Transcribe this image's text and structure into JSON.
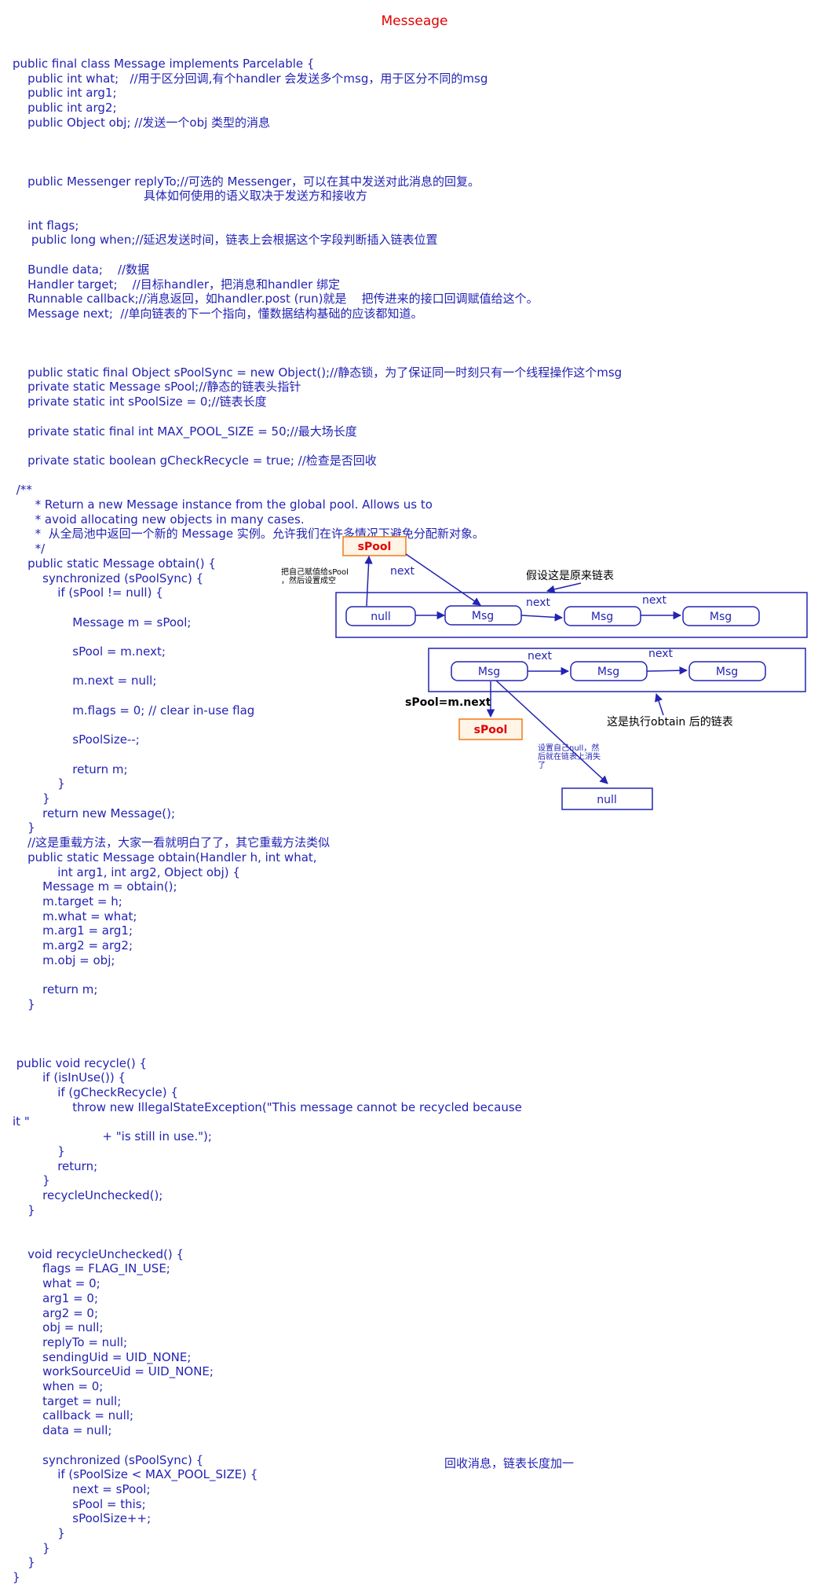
{
  "title": "Messeage",
  "code_lines": [
    "public final class Message implements Parcelable {",
    "    public int what;   //用于区分回调,有个handler 会发送多个msg，用于区分不同的msg",
    "    public int arg1;",
    "    public int arg2;",
    "    public Object obj; //发送一个obj 类型的消息",
    "",
    "",
    "",
    "    public Messenger replyTo;//可选的 Messenger，可以在其中发送对此消息的回复。",
    "                                   具体如何使用的语义取决于发送方和接收方",
    "",
    "    int flags;",
    "     public long when;//延迟发送时间，链表上会根据这个字段判断插入链表位置",
    "",
    "    Bundle data;    //数据",
    "    Handler target;    //目标handler，把消息和handler 绑定",
    "    Runnable callback;//消息返回，如handler.post (run)就是    把传进来的接口回调赋值给这个。",
    "    Message next;  //单向链表的下一个指向，懂数据结构基础的应该都知道。",
    "",
    "",
    "",
    "    public static final Object sPoolSync = new Object();//静态锁，为了保证同一时刻只有一个线程操作这个msg",
    "    private static Message sPool;//静态的链表头指针",
    "    private static int sPoolSize = 0;//链表长度",
    "",
    "    private static final int MAX_POOL_SIZE = 50;//最大场长度",
    "",
    "    private static boolean gCheckRecycle = true; //检查是否回收",
    "",
    " /**",
    "      * Return a new Message instance from the global pool. Allows us to",
    "      * avoid allocating new objects in many cases.",
    "      *  从全局池中返回一个新的 Message 实例。允许我们在许多情况下避免分配新对象。",
    "      */",
    "    public static Message obtain() {",
    "        synchronized (sPoolSync) {",
    "            if (sPool != null) {",
    "",
    "                Message m = sPool;",
    "",
    "                sPool = m.next;",
    "",
    "                m.next = null;",
    "",
    "                m.flags = 0; // clear in-use flag",
    "",
    "                sPoolSize--;",
    "",
    "                return m;",
    "            }",
    "        }",
    "        return new Message();",
    "    }",
    "    //这是重载方法，大家一看就明白了了，其它重载方法类似",
    "    public static Message obtain(Handler h, int what,",
    "            int arg1, int arg2, Object obj) {",
    "        Message m = obtain();",
    "        m.target = h;",
    "        m.what = what;",
    "        m.arg1 = arg1;",
    "        m.arg2 = arg2;",
    "        m.obj = obj;",
    "",
    "        return m;",
    "    }",
    "",
    "",
    "",
    " public void recycle() {",
    "        if (isInUse()) {",
    "            if (gCheckRecycle) {",
    "                throw new IllegalStateException(\"This message cannot be recycled because",
    "it \"",
    "                        + \"is still in use.\");",
    "            }",
    "            return;",
    "        }",
    "        recycleUnchecked();",
    "    }",
    "",
    "",
    "    void recycleUnchecked() {",
    "        flags = FLAG_IN_USE;",
    "        what = 0;",
    "        arg1 = 0;",
    "        arg2 = 0;",
    "        obj = null;",
    "        replyTo = null;",
    "        sendingUid = UID_NONE;",
    "        workSourceUid = UID_NONE;",
    "        when = 0;",
    "        target = null;",
    "        callback = null;",
    "        data = null;",
    "",
    "        synchronized (sPoolSync) {",
    "            if (sPoolSize < MAX_POOL_SIZE) {",
    "                next = sPool;",
    "                sPool = this;",
    "                sPoolSize++;",
    "            }",
    "        }",
    "    }",
    "}"
  ],
  "recycle_note": "回收消息，链表长度加一",
  "diagram": {
    "spool_label": "sPool",
    "null_label": "null",
    "msg_label": "Msg",
    "next_label": "next",
    "assign_note": "把自己赋值给sPool，然后设置成空",
    "original_list_label": "假设这是原来链表",
    "spool_assign": "sPool=m.next",
    "after_obtain_label": "这是执行obtain 后的链表",
    "set_null_note": "设置自己null，然后就在链表上消失了"
  }
}
